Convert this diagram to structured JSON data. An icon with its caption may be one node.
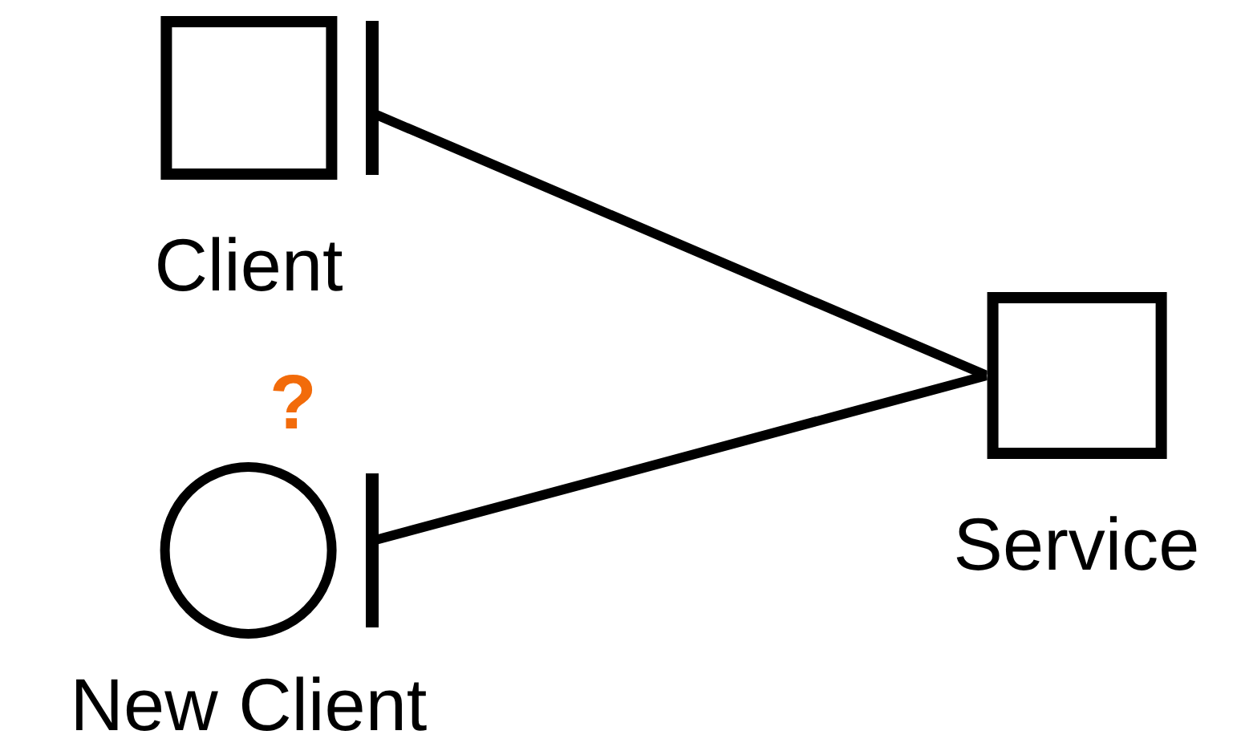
{
  "diagram": {
    "nodes": [
      {
        "text": [
          "Client"
        ]
      },
      {
        "text": [
          "New Client"
        ],
        "beside": [
          "?"
        ]
      },
      {
        "text": [
          "Service"
        ]
      }
    ],
    "edges": [
      {
        "from": 0,
        "to": 2,
        "arrow": "other"
      },
      {
        "from": 1,
        "to": 2,
        "arrow": "other"
      }
    ]
  }
}
